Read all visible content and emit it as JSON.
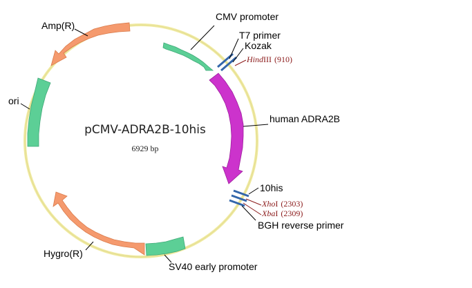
{
  "plasmid": {
    "name": "pCMV-ADRA2B-10his",
    "size": "6929 bp"
  },
  "features": {
    "cmv_promoter": "CMV promoter",
    "t7_primer": "T7 primer",
    "kozak": "Kozak",
    "human_adra2b": "human ADRA2B",
    "his10": "10his",
    "bgh_reverse_primer": "BGH reverse primer",
    "sv40_early_promoter": "SV40 early promoter",
    "hygro_r": "Hygro(R)",
    "ori": "ori",
    "amp_r": "Amp(R)"
  },
  "sites": {
    "hindiii": {
      "enzyme": "Hind",
      "suffix": "III",
      "position": "(910)"
    },
    "xhoi": {
      "enzyme": "Xho",
      "suffix": "I",
      "position": "(2303)"
    },
    "xbai": {
      "enzyme": "Xba",
      "suffix": "I",
      "position": "(2309)"
    }
  },
  "colors": {
    "backbone": "#f0eaa0",
    "promoter": "#5ccf96",
    "resistance": "#f59a6e",
    "insert": "#cc33cc",
    "primer": "#3366aa",
    "site_text": "#8b1a1a"
  }
}
